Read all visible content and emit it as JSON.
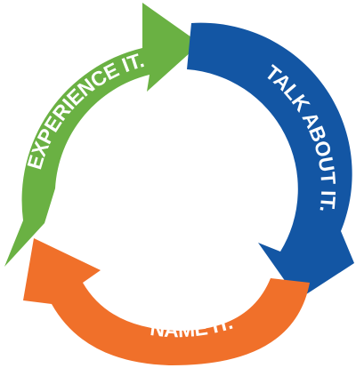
{
  "cycle": {
    "stages": [
      {
        "label": "EXPERIENCE IT.",
        "color": "#6AB143"
      },
      {
        "label": "TALK ABOUT IT.",
        "color": "#1356A4"
      },
      {
        "label": "NAME IT.",
        "color": "#F0702A"
      }
    ]
  }
}
